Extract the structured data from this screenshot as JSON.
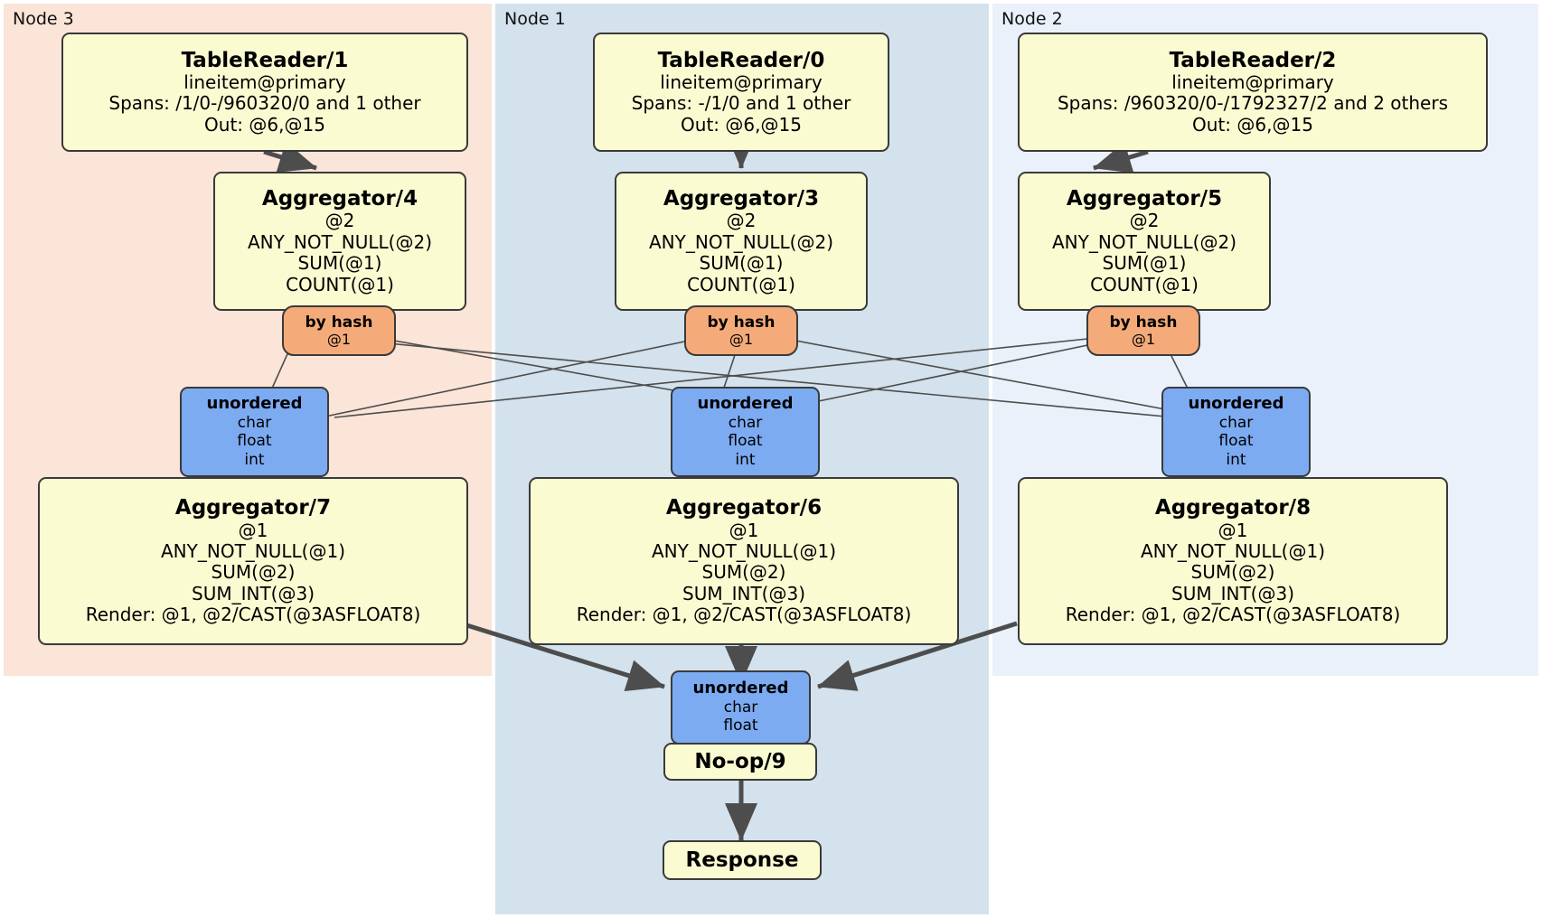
{
  "diagram": {
    "type": "distributed-query-plan",
    "colors": {
      "node3_bg": "#fbe4d8",
      "node1_bg": "#d3e2ec",
      "node2_bg": "#eaf1fb",
      "processor_bg": "#fbfbd2",
      "router_bg": "#7cabf2",
      "hash_bg": "#f5ab79",
      "border": "#3a3a3a",
      "edge": "#4d4d4d"
    }
  },
  "nodes": [
    {
      "id": "node3",
      "label": "Node 3"
    },
    {
      "id": "node1",
      "label": "Node 1"
    },
    {
      "id": "node2",
      "label": "Node 2"
    }
  ],
  "processors": {
    "tablereader1": {
      "title": "TableReader/1",
      "lines": [
        "lineitem@primary",
        "Spans: /1/0-/960320/0 and 1 other",
        "Out: @6,@15"
      ]
    },
    "tablereader0": {
      "title": "TableReader/0",
      "lines": [
        "lineitem@primary",
        "Spans: -/1/0 and 1 other",
        "Out: @6,@15"
      ]
    },
    "tablereader2": {
      "title": "TableReader/2",
      "lines": [
        "lineitem@primary",
        "Spans: /960320/0-/1792327/2 and 2 others",
        "Out: @6,@15"
      ]
    },
    "aggregator4": {
      "title": "Aggregator/4",
      "lines": [
        "@2",
        "ANY_NOT_NULL(@2)",
        "SUM(@1)",
        "COUNT(@1)"
      ]
    },
    "aggregator3": {
      "title": "Aggregator/3",
      "lines": [
        "@2",
        "ANY_NOT_NULL(@2)",
        "SUM(@1)",
        "COUNT(@1)"
      ]
    },
    "aggregator5": {
      "title": "Aggregator/5",
      "lines": [
        "@2",
        "ANY_NOT_NULL(@2)",
        "SUM(@1)",
        "COUNT(@1)"
      ]
    },
    "aggregator7": {
      "title": "Aggregator/7",
      "lines": [
        "@1",
        "ANY_NOT_NULL(@1)",
        "SUM(@2)",
        "SUM_INT(@3)",
        "Render: @1, @2/CAST(@3ASFLOAT8)"
      ]
    },
    "aggregator6": {
      "title": "Aggregator/6",
      "lines": [
        "@1",
        "ANY_NOT_NULL(@1)",
        "SUM(@2)",
        "SUM_INT(@3)",
        "Render: @1, @2/CAST(@3ASFLOAT8)"
      ]
    },
    "aggregator8": {
      "title": "Aggregator/8",
      "lines": [
        "@1",
        "ANY_NOT_NULL(@1)",
        "SUM(@2)",
        "SUM_INT(@3)",
        "Render: @1, @2/CAST(@3ASFLOAT8)"
      ]
    },
    "noop9": {
      "title": "No-op/9",
      "lines": []
    },
    "response": {
      "title": "Response",
      "lines": []
    }
  },
  "hash_outputs": {
    "hash_left": {
      "title": "by hash",
      "sub": "@1"
    },
    "hash_center": {
      "title": "by hash",
      "sub": "@1"
    },
    "hash_right": {
      "title": "by hash",
      "sub": "@1"
    }
  },
  "routers": {
    "router_left": {
      "title": "unordered",
      "types": [
        "char",
        "float",
        "int"
      ]
    },
    "router_center": {
      "title": "unordered",
      "types": [
        "char",
        "float",
        "int"
      ]
    },
    "router_right": {
      "title": "unordered",
      "types": [
        "char",
        "float",
        "int"
      ]
    },
    "router_final": {
      "title": "unordered",
      "types": [
        "char",
        "float"
      ]
    }
  }
}
